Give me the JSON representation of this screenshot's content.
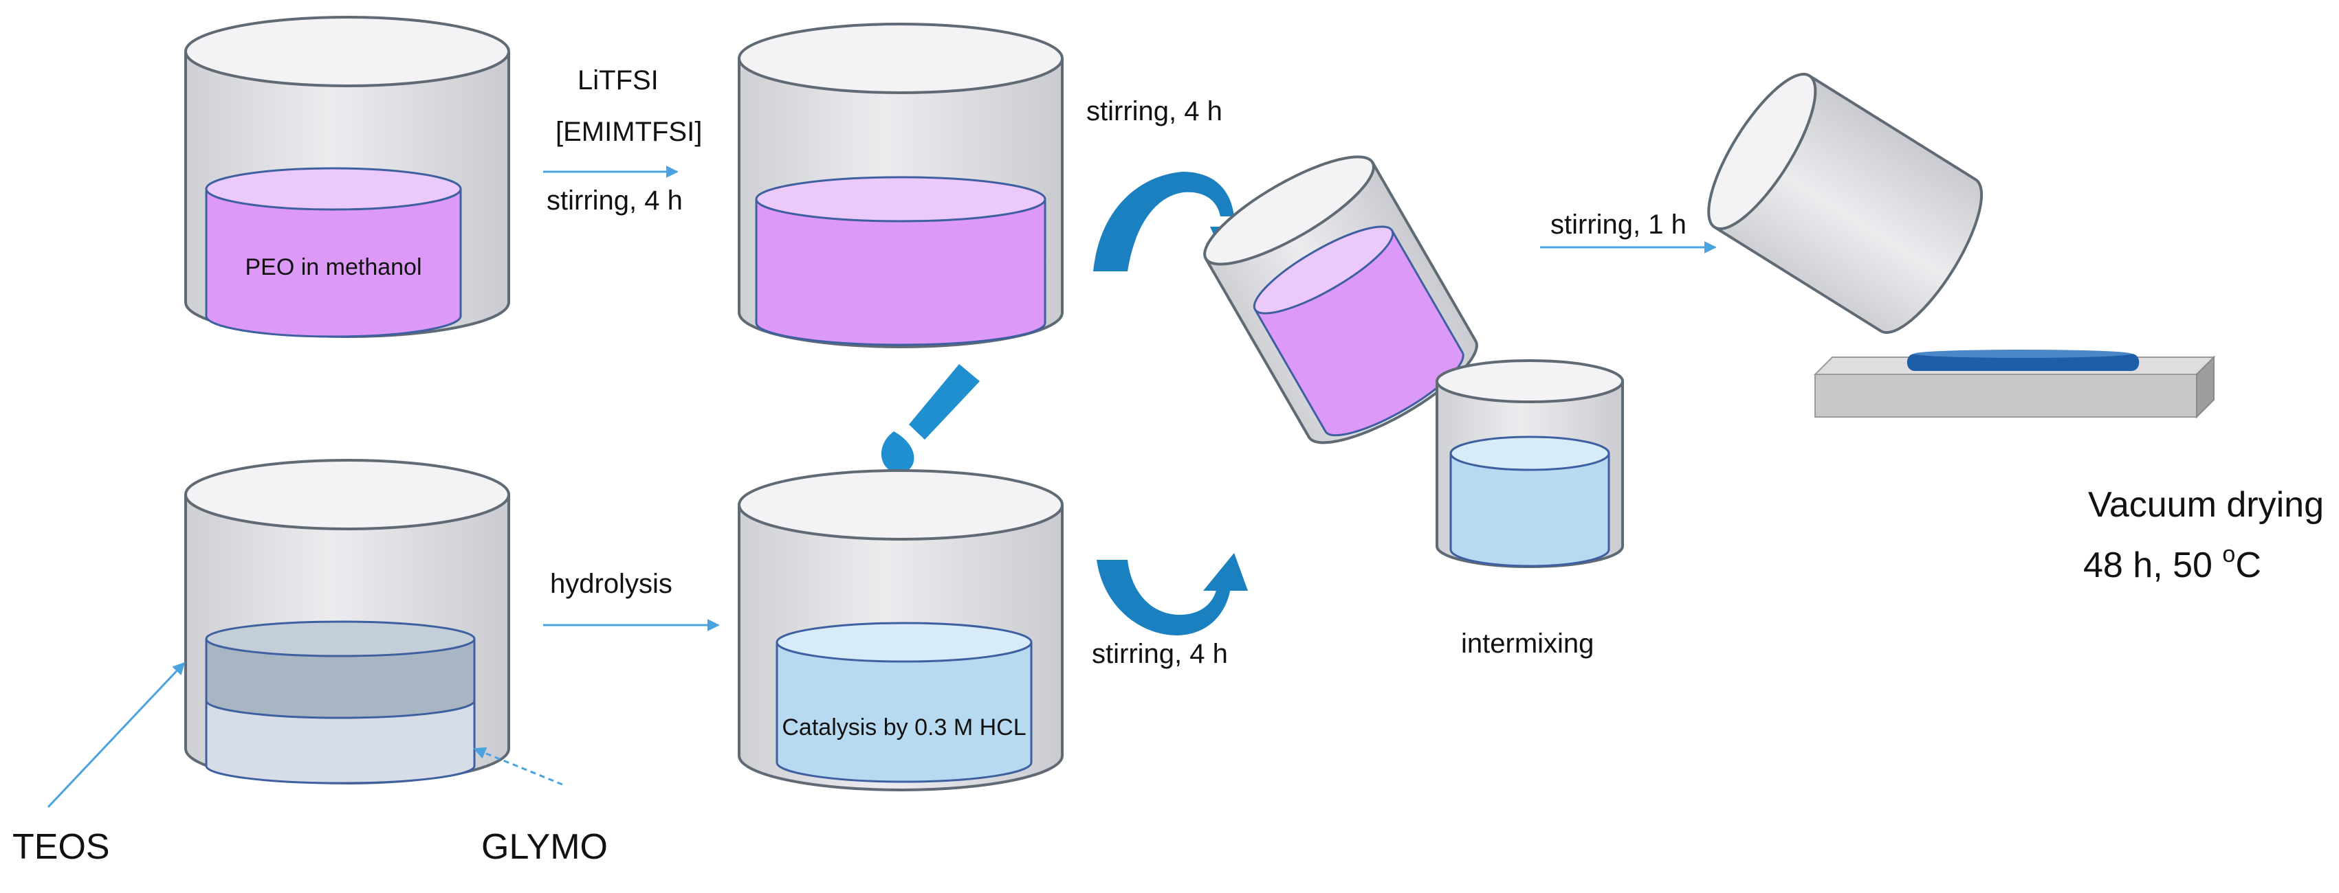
{
  "labels": {
    "reagents_line1": "LiTFSI",
    "reagents_line2": "[EMIMTFSI]",
    "stirring_top": "stirring, 4 h",
    "stirring_top_right": "stirring, 4 h",
    "stirring_1h": "stirring, 1 h",
    "hydrolysis": "hydrolysis",
    "stirring_bottom": "stirring, 4 h",
    "intermixing": "intermixing",
    "peo": "PEO in methanol",
    "catalysis": "Catalysis by 0.3 M HCL",
    "teos": "TEOS",
    "glymo": "GLYMO",
    "vacuum_line1": "Vacuum drying",
    "vacuum_line2_prefix": "48 h, 50 ",
    "vacuum_degree": "o",
    "vacuum_unit": "C"
  },
  "colors": {
    "beaker_body": "#e3e3e6",
    "beaker_top": "#f3f3f5",
    "beaker_stroke": "#5f6a74",
    "purple_side": "#dd99f8",
    "purple_top": "#ecc9fb",
    "blue_side": "#b8daf1",
    "blue_top": "#d8ebf8",
    "grey_layer": "#a8b5c2",
    "grey_light": "#d6dde6",
    "liquid_stroke": "#3e5fa0",
    "arrow_line": "#4aa3df",
    "curved_arrow": "#1a80c0",
    "drop": "#1f8fd0",
    "substrate": "#cfcfcf",
    "film": "#1e5ea8"
  }
}
